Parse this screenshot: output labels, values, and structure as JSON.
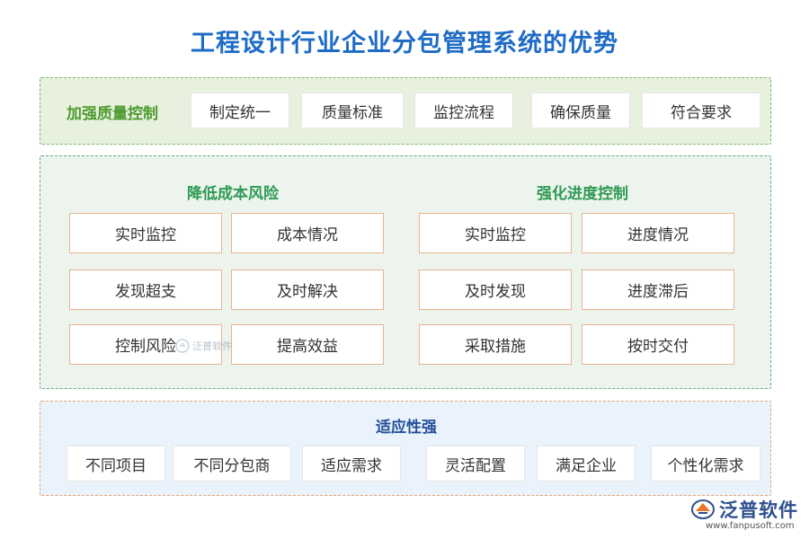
{
  "title": "工程设计行业企业分包管理系统的优势",
  "quality": {
    "label": "加强质量控制",
    "items": [
      "制定统一",
      "质量标准",
      "监控流程",
      "确保质量",
      "符合要求"
    ]
  },
  "cost": {
    "label": "降低成本风险",
    "items": [
      "实时监控",
      "成本情况",
      "发现超支",
      "及时解决",
      "控制风险",
      "提高效益"
    ]
  },
  "progress": {
    "label": "强化进度控制",
    "items": [
      "实时监控",
      "进度情况",
      "及时发现",
      "进度滞后",
      "采取措施",
      "按时交付"
    ]
  },
  "adapt": {
    "label": "适应性强",
    "items": [
      "不同项目",
      "不同分包商",
      "适应需求",
      "灵活配置",
      "满足企业",
      "个性化需求"
    ]
  },
  "watermark": {
    "text": "泛普软件"
  },
  "logo": {
    "text": "泛普软件",
    "url": "www.fanpusoft.com"
  },
  "colors": {
    "title": "#1f6cc6",
    "quality": "#4e9a2f",
    "section_green": "#2f9a53",
    "adapt": "#244f9a",
    "box_border": "#e8b48e"
  }
}
